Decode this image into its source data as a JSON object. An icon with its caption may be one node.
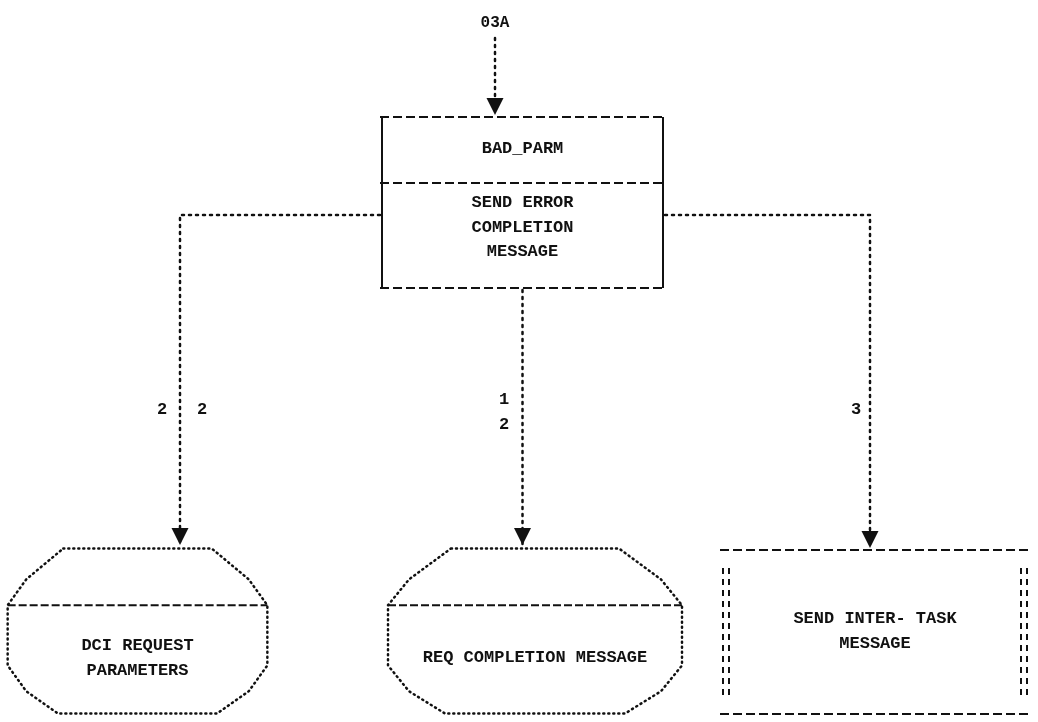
{
  "diagram": {
    "nodes": [
      {
        "text": [
          "03A"
        ]
      },
      {
        "text": [
          "BAD_PARM",
          "SEND ERROR COMPLETION MESSAGE"
        ]
      },
      {
        "text": [
          "DCI REQUEST PARAMETERS"
        ]
      },
      {
        "text": [
          "REQ COMPLETION MESSAGE"
        ]
      },
      {
        "text": [
          "SEND INTER- TASK MESSAGE"
        ]
      }
    ],
    "edges": [
      {
        "from": 0,
        "to": 1,
        "arrow": "to"
      },
      {
        "from": 1,
        "to": 2,
        "arrow": "to",
        "label": "2"
      },
      {
        "from": 1,
        "to": 3,
        "arrow": "to",
        "label": "1 2"
      },
      {
        "from": 1,
        "to": 4,
        "arrow": "to",
        "label": "3"
      }
    ],
    "labels": [
      "2"
    ]
  }
}
